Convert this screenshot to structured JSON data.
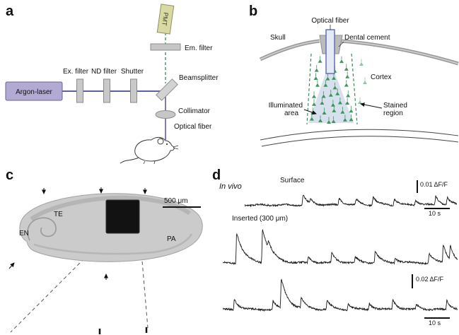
{
  "colors": {
    "laser_beam": "#5d5da8",
    "dashed_green": "#3f8657",
    "neuron_green": "#2e8b4f",
    "pmt_fill": "#d9d9a3",
    "laser_fill": "#b2aad2",
    "filter_fill": "#c6c6c6",
    "illuminated_fill": "rgba(150,175,210,0.38)"
  },
  "panels": {
    "a": {
      "label": "a",
      "pmt": "PMT",
      "em_filter": "Em. filter",
      "ex_filter": "Ex. filter",
      "nd_filter": "ND filter",
      "shutter": "Shutter",
      "beamsplitter": "Beamsplitter",
      "argon_laser": "Argon-laser",
      "collimator": "Collimator",
      "optical_fiber": "Optical fiber"
    },
    "b": {
      "label": "b",
      "optical_fiber": "Optical fiber",
      "skull": "Skull",
      "dental_cement": "Dental cement",
      "cortex": "Cortex",
      "illuminated_area": [
        "Illuminated",
        "area"
      ],
      "stained_region": [
        "Stained",
        "region"
      ]
    },
    "c": {
      "label": "c",
      "scale_bar": "500 μm",
      "region_te": "TE",
      "region_en": "EN",
      "region_pa": "PA"
    },
    "d": {
      "label": "d",
      "condition": "In vivo",
      "surface": "Surface",
      "inserted": "Inserted (300 μm)",
      "scalebar_top_df": "0.01 ΔF/F",
      "scalebar_top_time": "10 s",
      "scalebar_bottom_df": "0.02 ΔF/F",
      "scalebar_bottom_time": "10 s",
      "traces": [
        {
          "seed": 7,
          "baseline": 30,
          "noise": 2.2,
          "rise": 0.005,
          "decay": 0.02,
          "spikes": [
            {
              "t": 0.27,
              "a": 15
            },
            {
              "t": 0.305,
              "a": 6
            },
            {
              "t": 0.44,
              "a": 10
            },
            {
              "t": 0.52,
              "a": 8
            },
            {
              "t": 0.6,
              "a": 12
            },
            {
              "t": 0.7,
              "a": 9
            },
            {
              "t": 0.8,
              "a": 7
            },
            {
              "t": 0.895,
              "a": 13
            },
            {
              "t": 0.95,
              "a": 10
            }
          ]
        },
        {
          "seed": 11,
          "baseline": 56,
          "noise": 2.4,
          "rise": 0.004,
          "decay": 0.02,
          "spikes": [
            {
              "t": 0.055,
              "a": 44,
              "d": 0.03
            },
            {
              "t": 0.165,
              "a": 48,
              "d": 0.032
            },
            {
              "t": 0.19,
              "a": 10
            },
            {
              "t": 0.36,
              "a": 8
            },
            {
              "t": 0.46,
              "a": 14
            },
            {
              "t": 0.56,
              "a": 8
            },
            {
              "t": 0.645,
              "a": 18
            },
            {
              "t": 0.73,
              "a": 7
            },
            {
              "t": 0.875,
              "a": 14
            },
            {
              "t": 0.935,
              "a": 26
            },
            {
              "t": 0.965,
              "a": 20
            }
          ]
        },
        {
          "seed": 23,
          "baseline": 52,
          "noise": 2.4,
          "rise": 0.004,
          "decay": 0.02,
          "spikes": [
            {
              "t": 0.045,
              "a": 16
            },
            {
              "t": 0.21,
              "a": 12
            },
            {
              "t": 0.245,
              "a": 42,
              "d": 0.03
            },
            {
              "t": 0.33,
              "a": 15
            },
            {
              "t": 0.44,
              "a": 13
            },
            {
              "t": 0.53,
              "a": 8
            },
            {
              "t": 0.62,
              "a": 9
            },
            {
              "t": 0.72,
              "a": 14
            },
            {
              "t": 0.82,
              "a": 7
            },
            {
              "t": 0.95,
              "a": 13
            }
          ]
        }
      ]
    }
  }
}
